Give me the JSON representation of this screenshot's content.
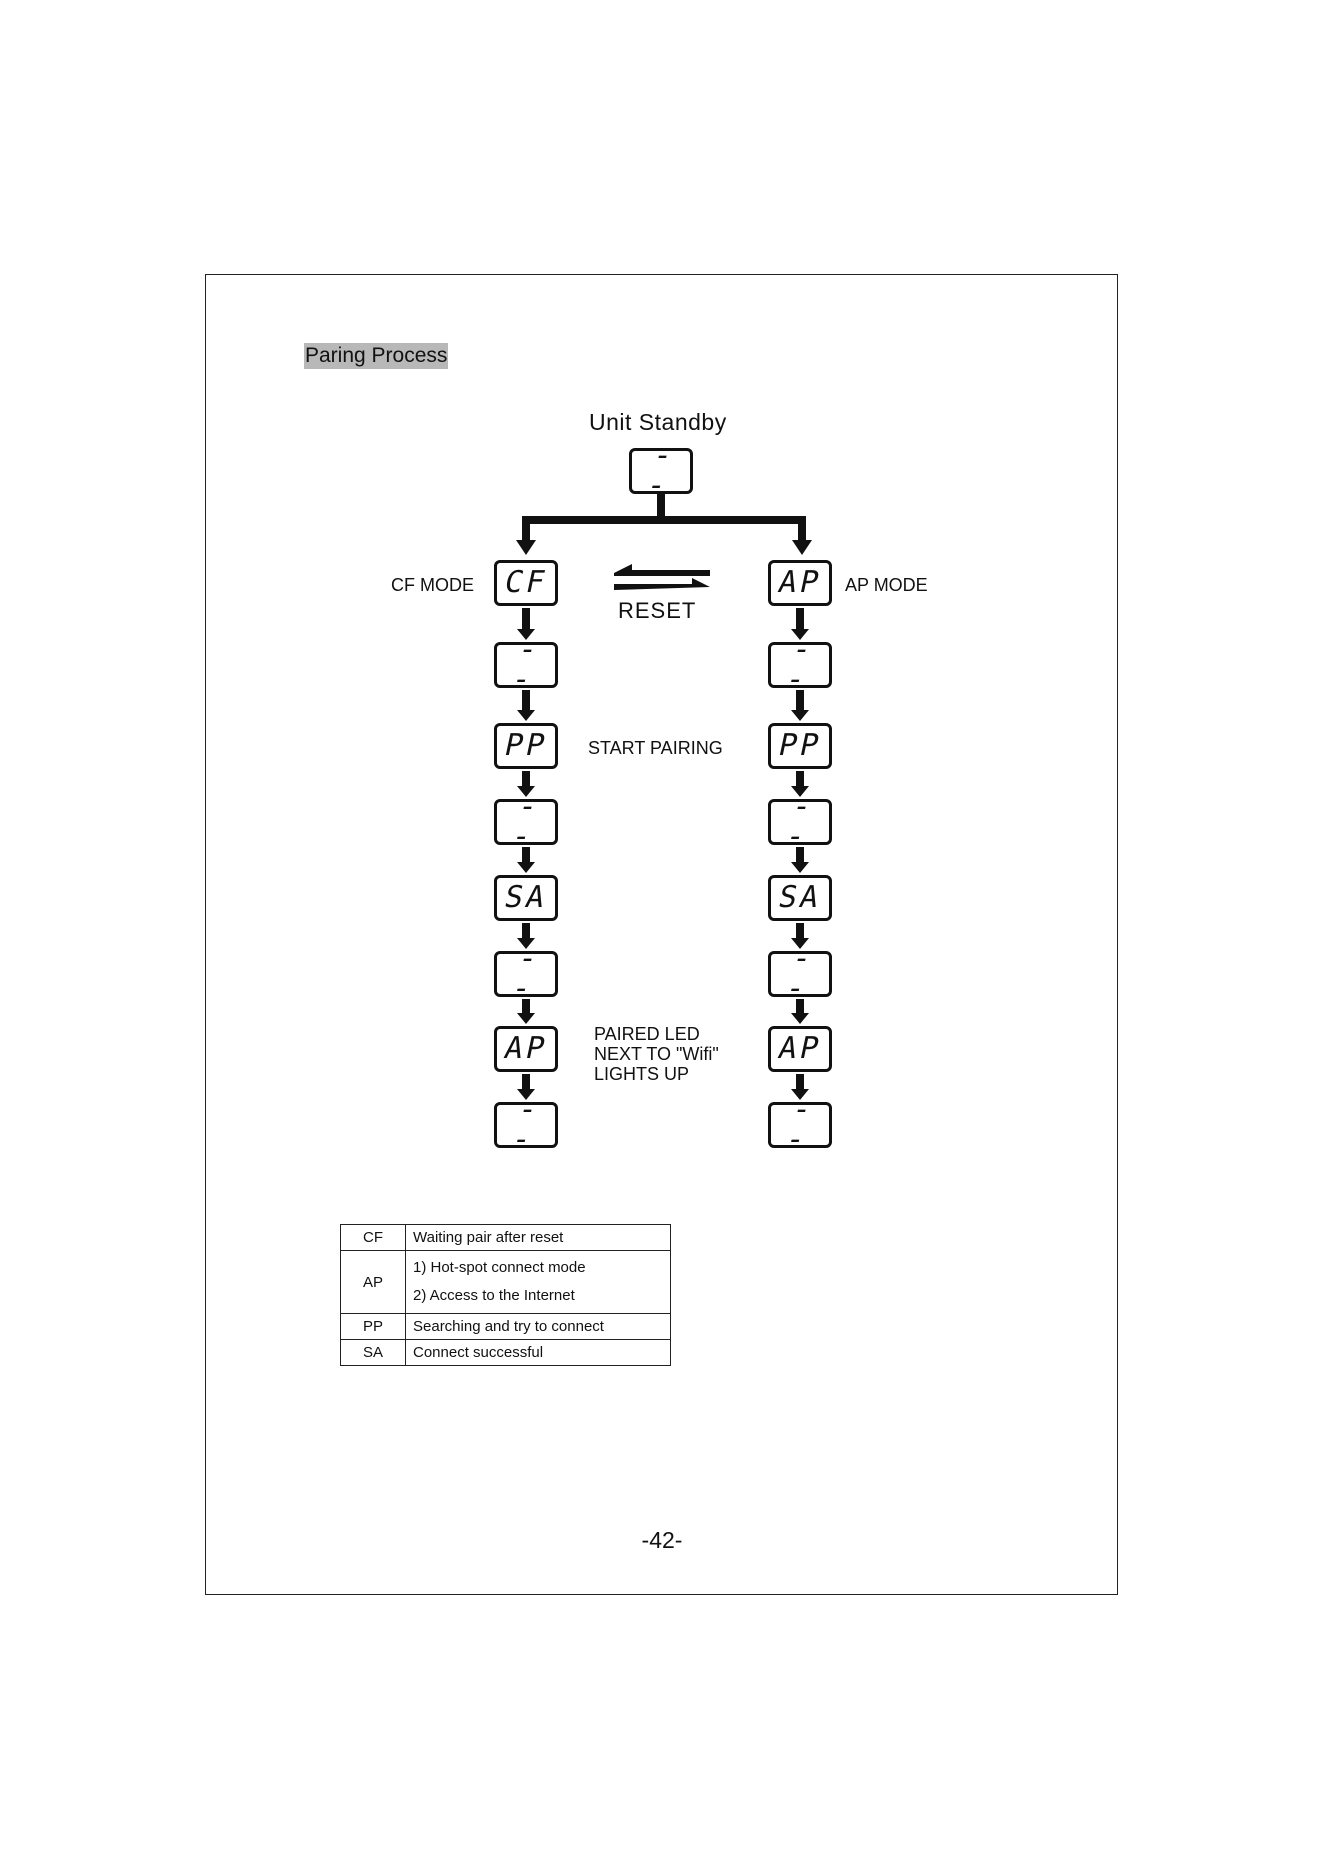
{
  "document": {
    "title": "Paring Process",
    "page_number": "-42-"
  },
  "diagram": {
    "root_label": "Unit Standby",
    "root_display": "- -",
    "left_mode_label": "CF MODE",
    "right_mode_label": "AP MODE",
    "reset_label": "RESET",
    "start_pairing_label": "START PAIRING",
    "paired_label": [
      "PAIRED LED",
      "NEXT TO \"Wifi\"",
      "LIGHTS UP"
    ],
    "left_column": [
      "CF",
      "- -",
      "PP",
      "- -",
      "SA",
      "- -",
      "AP",
      "- -"
    ],
    "right_column": [
      "AP",
      "- -",
      "PP",
      "- -",
      "SA",
      "- -",
      "AP",
      "- -"
    ]
  },
  "legend": [
    {
      "code": "CF",
      "desc": [
        "Waiting pair after reset"
      ]
    },
    {
      "code": "AP",
      "desc": [
        "1)  Hot-spot connect mode",
        "2)  Access to the Internet"
      ]
    },
    {
      "code": "PP",
      "desc": [
        "Searching and try to connect"
      ]
    },
    {
      "code": "SA",
      "desc": [
        "Connect successful"
      ]
    }
  ]
}
